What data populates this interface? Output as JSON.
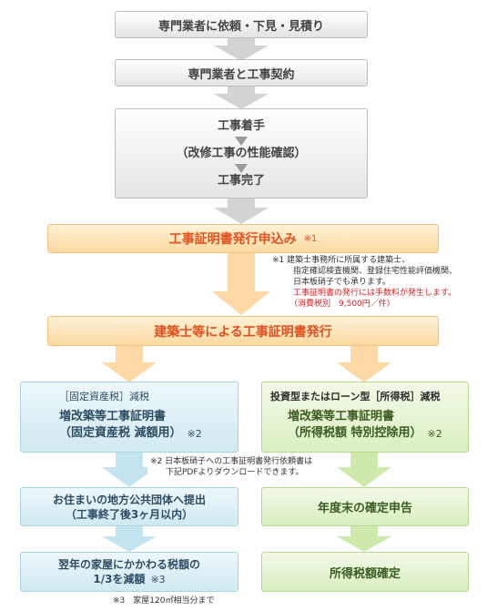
{
  "steps": {
    "s1": "専門業者に依頼・下見・見積り",
    "s2": "専門業者と工事契約",
    "s3_a": "工事着手",
    "s3_b": "（改修工事の性能確認）",
    "s3_c": "工事完了",
    "s4": "工事証明書発行申込み",
    "s4_mark": "※1",
    "s5": "建築士等による工事証明書発行"
  },
  "note1": {
    "line1": "※1 建築士事務所に所属する建築士、",
    "line2": "指定確認検査機関、登録住宅性能評価機関、",
    "line3": "日本板硝子でも承ります。",
    "line4": "工事証明書の発行には手数料が発生します。",
    "line5": "（消費税別　9,500円／件）"
  },
  "left": {
    "header": "［固定資産税］減税",
    "doc1": "増改築等工事証明書",
    "doc2": "（固定資産税 減額用）",
    "doc_mark": "※2",
    "step2_a": "お住まいの地方公共団体へ提出",
    "step2_b": "（工事終了後3ヶ月以内）",
    "step3_a": "翌年の家屋にかかわる税額の",
    "step3_b": "1/3を減額",
    "step3_mark": "※3"
  },
  "right": {
    "header": "投資型またはローン型［所得税］減税",
    "doc1": "増改築等工事証明書",
    "doc2": "（所得税額 特別控除用）",
    "doc_mark": "※2",
    "step2": "年度末の確定申告",
    "step3": "所得税額確定"
  },
  "note2": {
    "line1": "※2 日本板硝子への工事証明書発行依頼書は",
    "line2": "下記PDFよりダウンロードできます。"
  },
  "note3": "※3　家屋120㎡相当分まで",
  "colors": {
    "orange_text": "#e1501e",
    "red_text": "#e02020",
    "gray_arrow": "#d3d3d3",
    "orange_arrow": "#fcd9a5",
    "blue_arrow": "#c3e3ee",
    "green_arrow": "#cfe9ad"
  }
}
